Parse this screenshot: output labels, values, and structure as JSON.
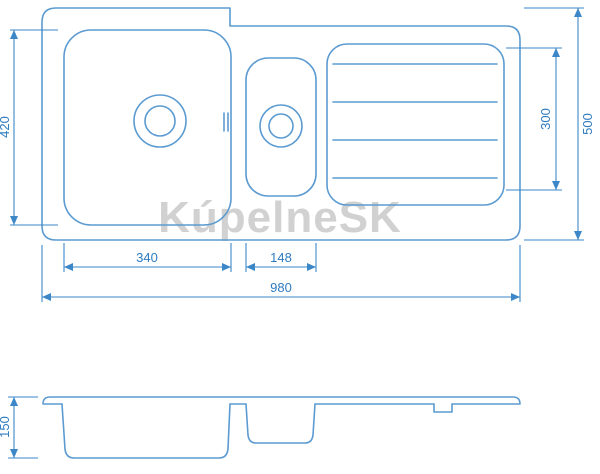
{
  "watermark": "KúpelneSK",
  "colors": {
    "line": "#5c9bd1",
    "dimension_line": "#3b87c8",
    "dimension_text": "#2f7cc0",
    "watermark": "#c9c9c9",
    "background": "#ffffff"
  },
  "top_view": {
    "dim_bowl_depth": "420",
    "dim_overall_depth": "500",
    "dim_drainer_depth": "300",
    "dim_main_bowl_width": "340",
    "dim_small_bowl_width": "148",
    "dim_overall_width": "980"
  },
  "side_view": {
    "dim_height": "150"
  }
}
